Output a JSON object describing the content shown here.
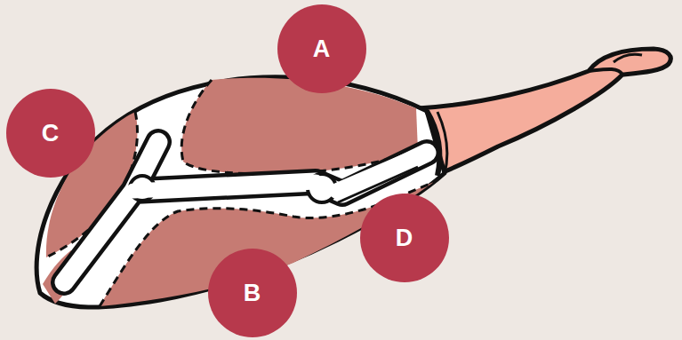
{
  "diagram": {
    "nodes": [
      {
        "text": [
          "A"
        ]
      },
      {
        "text": [
          "C"
        ]
      },
      {
        "text": [
          "D"
        ]
      },
      {
        "text": [
          "B"
        ]
      }
    ]
  }
}
